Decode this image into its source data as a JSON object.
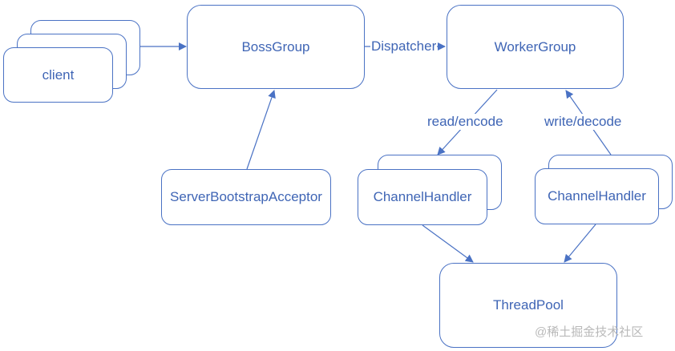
{
  "nodes": {
    "client": "client",
    "boss_group": "BossGroup",
    "worker_group": "WorkerGroup",
    "acceptor": "ServerBootstrapAcceptor",
    "handler_left": "ChannelHandler",
    "handler_right": "ChannelHandler",
    "thread_pool": "ThreadPool"
  },
  "edges": {
    "dispatcher": "Dispatcher",
    "read_encode": "read/encode",
    "write_decode": "write/decode"
  },
  "colors": {
    "stroke": "#4a72c4",
    "text": "#3f65b5"
  },
  "watermark": "@稀土掘金技术社区"
}
